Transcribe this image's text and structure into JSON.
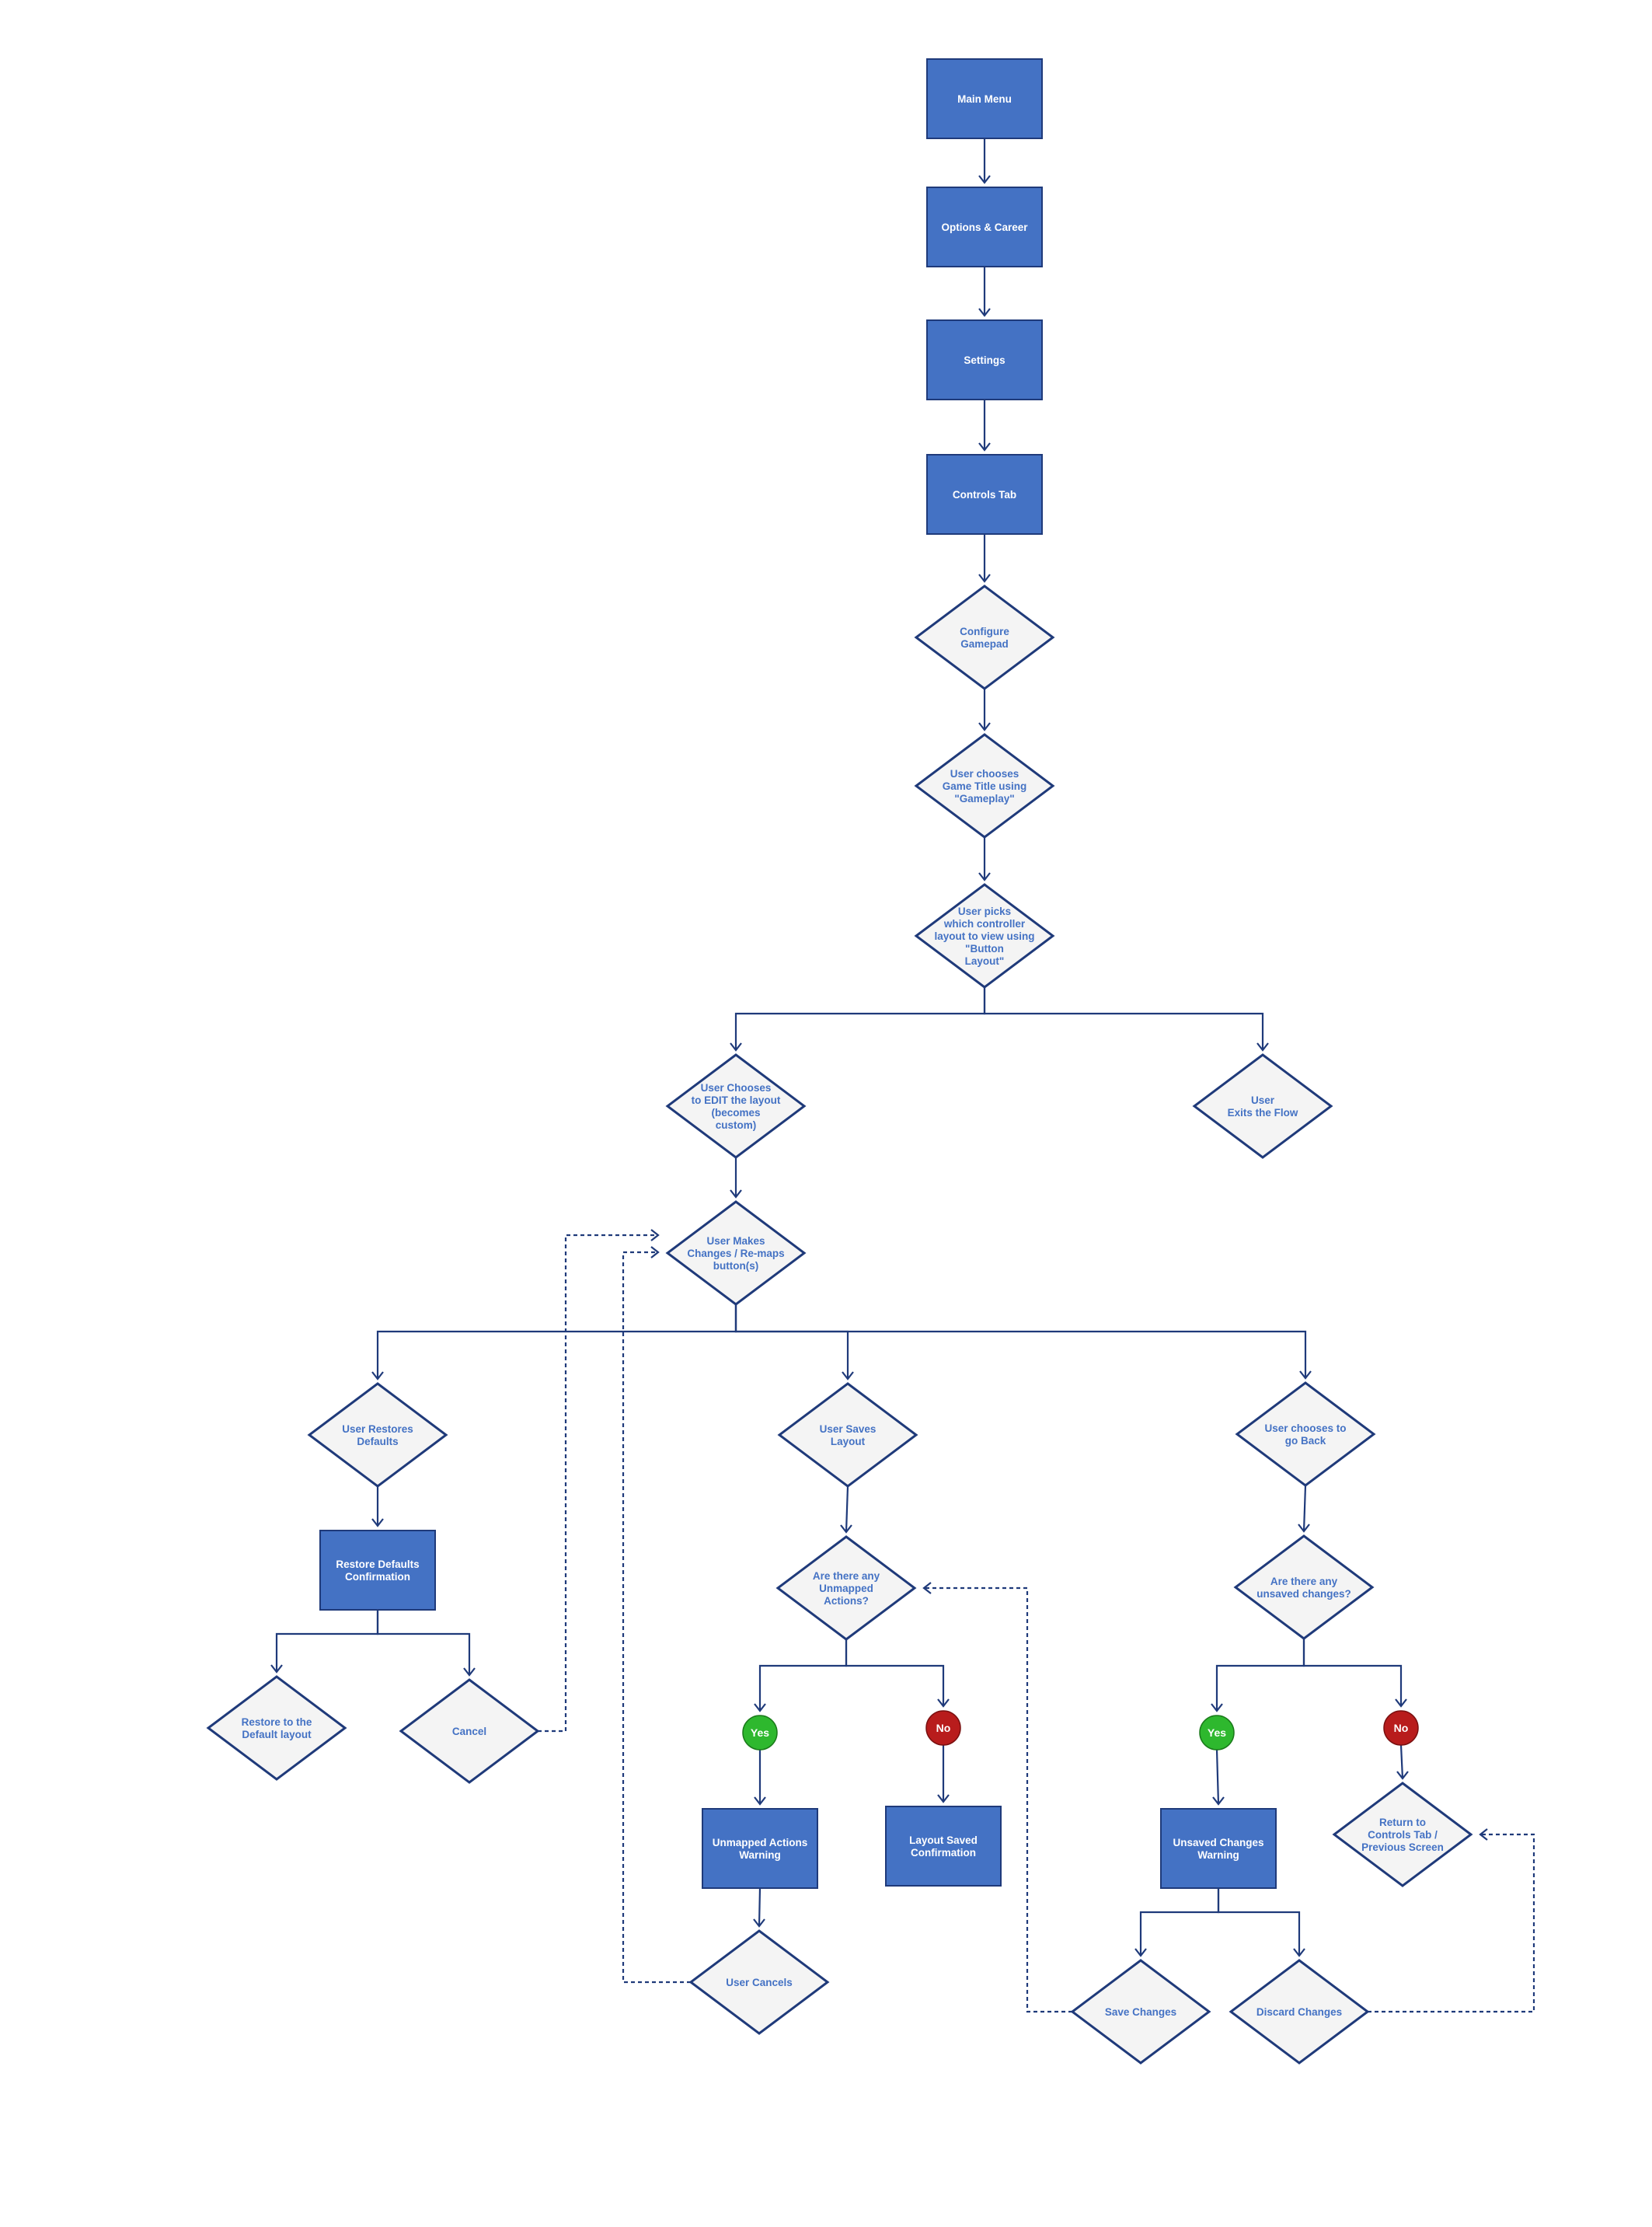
{
  "nodes": [
    {
      "id": "main-menu",
      "type": "process",
      "lines": [
        "Main Menu"
      ]
    },
    {
      "id": "options-career",
      "type": "process",
      "lines": [
        "Options & Career"
      ]
    },
    {
      "id": "settings",
      "type": "process",
      "lines": [
        "Settings"
      ]
    },
    {
      "id": "controls-tab",
      "type": "process",
      "lines": [
        "Controls  Tab"
      ]
    },
    {
      "id": "configure-gamepad",
      "type": "decision",
      "lines": [
        "Configure",
        "Gamepad"
      ]
    },
    {
      "id": "choose-game-title",
      "type": "decision",
      "lines": [
        "User chooses",
        "Game Title using",
        "\"Gameplay\""
      ]
    },
    {
      "id": "pick-layout",
      "type": "decision",
      "lines": [
        "User picks",
        "which controller",
        "layout to view using",
        "\"Button",
        "Layout\""
      ]
    },
    {
      "id": "edit-layout",
      "type": "decision",
      "lines": [
        "User Chooses",
        "to EDIT the layout",
        "(becomes",
        "custom)"
      ]
    },
    {
      "id": "exit-flow",
      "type": "decision",
      "lines": [
        "User",
        "Exits the Flow"
      ]
    },
    {
      "id": "make-changes",
      "type": "decision",
      "lines": [
        "User Makes",
        "Changes / Re-maps",
        "button(s)"
      ]
    },
    {
      "id": "restore-defaults",
      "type": "decision",
      "lines": [
        "User Restores",
        "Defaults"
      ]
    },
    {
      "id": "saves-layout",
      "type": "decision",
      "lines": [
        "User Saves",
        "Layout"
      ]
    },
    {
      "id": "go-back",
      "type": "decision",
      "lines": [
        "User chooses to",
        "go Back"
      ]
    },
    {
      "id": "restore-confirm",
      "type": "process",
      "lines": [
        "Restore Defaults",
        "Confirmation"
      ]
    },
    {
      "id": "unmapped-q",
      "type": "decision",
      "lines": [
        "Are there any",
        "Unmapped",
        "Actions?"
      ]
    },
    {
      "id": "unsaved-q",
      "type": "decision",
      "lines": [
        "Are there any",
        "unsaved changes?"
      ]
    },
    {
      "id": "restore-default-layout",
      "type": "decision",
      "lines": [
        "Restore to the",
        "Default layout"
      ]
    },
    {
      "id": "cancel",
      "type": "decision",
      "lines": [
        "Cancel"
      ]
    },
    {
      "id": "yes-unmapped",
      "type": "yes",
      "lines": [
        "Yes"
      ]
    },
    {
      "id": "no-unmapped",
      "type": "no",
      "lines": [
        "No"
      ]
    },
    {
      "id": "yes-unsaved",
      "type": "yes",
      "lines": [
        "Yes"
      ]
    },
    {
      "id": "no-unsaved",
      "type": "no",
      "lines": [
        "No"
      ]
    },
    {
      "id": "unmapped-warning",
      "type": "process",
      "lines": [
        "Unmapped Actions",
        "Warning"
      ]
    },
    {
      "id": "layout-saved",
      "type": "process",
      "lines": [
        "Layout Saved",
        "Confirmation"
      ]
    },
    {
      "id": "unsaved-warning",
      "type": "process",
      "lines": [
        "Unsaved Changes",
        "Warning"
      ]
    },
    {
      "id": "return-controls",
      "type": "decision",
      "lines": [
        "Return to",
        "Controls Tab /",
        "Previous Screen"
      ]
    },
    {
      "id": "user-cancels",
      "type": "decision",
      "lines": [
        "User Cancels"
      ]
    },
    {
      "id": "save-changes",
      "type": "decision",
      "lines": [
        "Save Changes"
      ]
    },
    {
      "id": "discard-changes",
      "type": "decision",
      "lines": [
        "Discard Changes"
      ]
    }
  ],
  "edges": [
    {
      "from": "main-menu",
      "to": "options-career",
      "style": "solid"
    },
    {
      "from": "options-career",
      "to": "settings",
      "style": "solid"
    },
    {
      "from": "settings",
      "to": "controls-tab",
      "style": "solid"
    },
    {
      "from": "controls-tab",
      "to": "configure-gamepad",
      "style": "solid"
    },
    {
      "from": "configure-gamepad",
      "to": "choose-game-title",
      "style": "solid"
    },
    {
      "from": "choose-game-title",
      "to": "pick-layout",
      "style": "solid"
    },
    {
      "from": "pick-layout",
      "to": "edit-layout",
      "style": "solid"
    },
    {
      "from": "pick-layout",
      "to": "exit-flow",
      "style": "solid"
    },
    {
      "from": "edit-layout",
      "to": "make-changes",
      "style": "solid"
    },
    {
      "from": "make-changes",
      "to": "restore-defaults",
      "style": "solid"
    },
    {
      "from": "make-changes",
      "to": "saves-layout",
      "style": "solid"
    },
    {
      "from": "make-changes",
      "to": "go-back",
      "style": "solid"
    },
    {
      "from": "restore-defaults",
      "to": "restore-confirm",
      "style": "solid"
    },
    {
      "from": "restore-confirm",
      "to": "restore-default-layout",
      "style": "solid"
    },
    {
      "from": "restore-confirm",
      "to": "cancel",
      "style": "solid"
    },
    {
      "from": "cancel",
      "to": "make-changes",
      "style": "dashed"
    },
    {
      "from": "saves-layout",
      "to": "unmapped-q",
      "style": "solid"
    },
    {
      "from": "unmapped-q",
      "to": "yes-unmapped",
      "style": "solid"
    },
    {
      "from": "unmapped-q",
      "to": "no-unmapped",
      "style": "solid"
    },
    {
      "from": "yes-unmapped",
      "to": "unmapped-warning",
      "style": "solid"
    },
    {
      "from": "no-unmapped",
      "to": "layout-saved",
      "style": "solid"
    },
    {
      "from": "unmapped-warning",
      "to": "user-cancels",
      "style": "solid"
    },
    {
      "from": "user-cancels",
      "to": "make-changes",
      "style": "dashed"
    },
    {
      "from": "go-back",
      "to": "unsaved-q",
      "style": "solid"
    },
    {
      "from": "unsaved-q",
      "to": "yes-unsaved",
      "style": "solid"
    },
    {
      "from": "unsaved-q",
      "to": "no-unsaved",
      "style": "solid"
    },
    {
      "from": "yes-unsaved",
      "to": "unsaved-warning",
      "style": "solid"
    },
    {
      "from": "no-unsaved",
      "to": "return-controls",
      "style": "solid"
    },
    {
      "from": "unsaved-warning",
      "to": "save-changes",
      "style": "solid"
    },
    {
      "from": "unsaved-warning",
      "to": "discard-changes",
      "style": "solid"
    },
    {
      "from": "save-changes",
      "to": "unmapped-q",
      "style": "dashed"
    },
    {
      "from": "discard-changes",
      "to": "return-controls",
      "style": "dashed"
    }
  ],
  "colors": {
    "process_fill": "#4472c4",
    "process_stroke": "#1f3a7a",
    "decision_fill": "#f4f4f4",
    "decision_stroke": "#1f3a7a",
    "decision_text": "#4472c4",
    "yes": "#2eb82e",
    "no": "#b81c1c",
    "connector": "#1f3a7a"
  }
}
